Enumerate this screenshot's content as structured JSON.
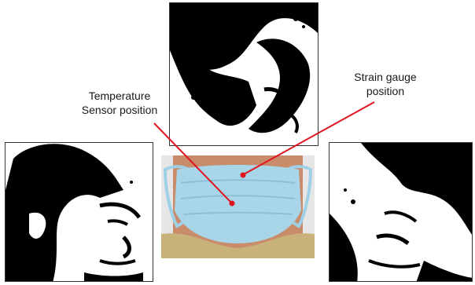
{
  "labels": {
    "temperature": [
      "Temperature",
      "Sensor position"
    ],
    "strain": [
      "Strain gauge",
      "position"
    ]
  },
  "colors": {
    "pointer": "#e0141e",
    "mask": "#9fd0e6",
    "skin": "#c98c6b",
    "ink": "#000000"
  },
  "images": [
    {
      "name": "face-top-image",
      "subject": "high-contrast face, top view"
    },
    {
      "name": "face-left-image",
      "subject": "high-contrast face, left side view"
    },
    {
      "name": "face-right-image",
      "subject": "high-contrast face, right side view"
    },
    {
      "name": "masked-face-photo",
      "subject": "person wearing blue surgical mask"
    }
  ]
}
